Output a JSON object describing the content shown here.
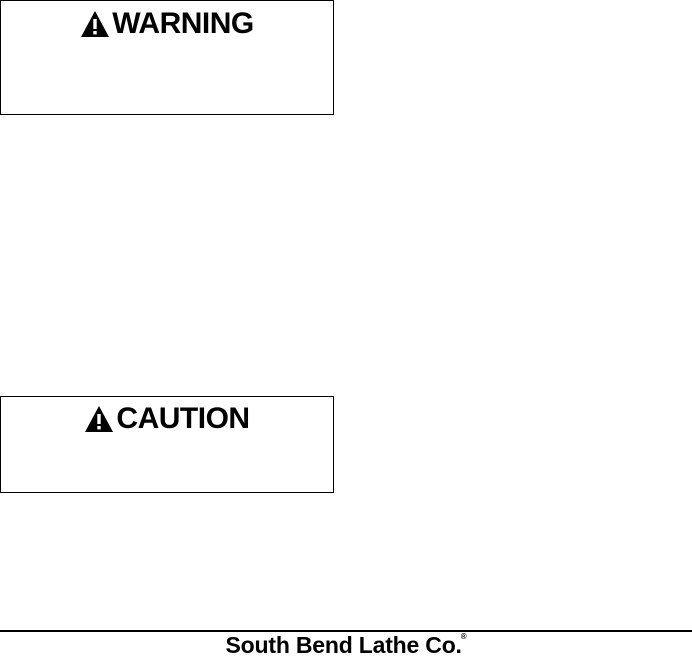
{
  "warning_box": {
    "icon": "warning-triangle-icon",
    "heading": "WARNING"
  },
  "caution_box": {
    "icon": "warning-triangle-icon",
    "heading": "CAUTION"
  },
  "footer": {
    "brand": "South Bend Lathe Co.",
    "trademark": "®"
  }
}
